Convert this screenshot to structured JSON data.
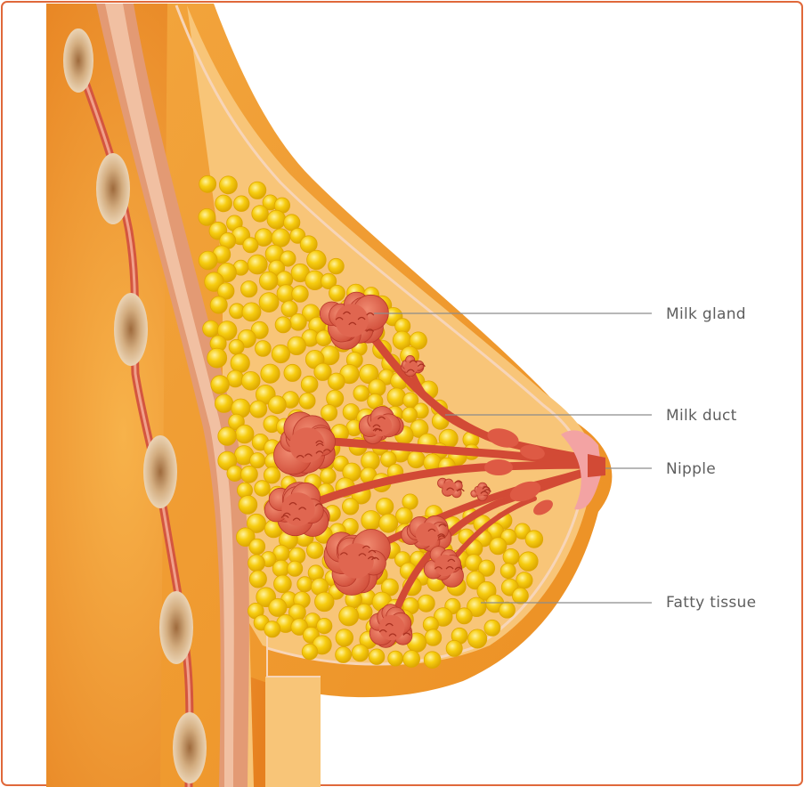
{
  "labels": {
    "milk_gland": "Milk gland",
    "milk_duct": "Milk duct",
    "nipple": "Nipple",
    "fatty_tissue": "Fatty tissue"
  },
  "colors": {
    "frame_border": "#e0683a",
    "body_orange": "#ec8a2a",
    "breast_outer": "#f3a43a",
    "breast_inner": "#f9cc86",
    "fat_lobule": "#f5c800",
    "gland_tissue": "#de5a44",
    "duct": "#d24a35",
    "rib": "#cfa57a",
    "muscle": "#e6b08a",
    "areola": "#f3a3a3"
  }
}
